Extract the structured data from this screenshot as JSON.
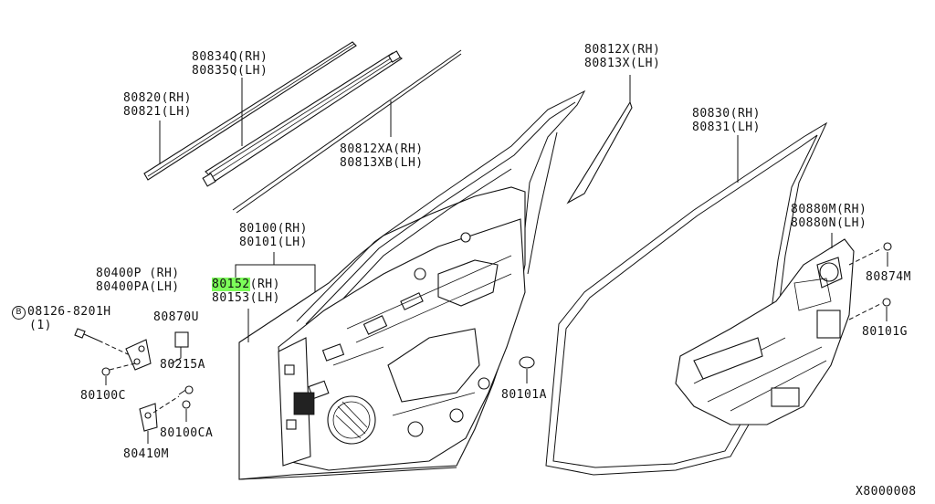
{
  "labels": {
    "l_80834q": "80834Q(RH)",
    "l_80835q": "80835Q(LH)",
    "l_80820": "80820(RH)",
    "l_80821": "80821(LH)",
    "l_80812xa": "80812XA(RH)",
    "l_80813xb": "80813XB(LH)",
    "l_80812x": "80812X(RH)",
    "l_80813x": "80813X(LH)",
    "l_80830": "80830(RH)",
    "l_80831": "80831(LH)",
    "l_80100": "80100(RH)",
    "l_80101": "80101(LH)",
    "l_80880m": "80880M(RH)",
    "l_80880n": "80880N(LH)",
    "l_80400p": "80400P (RH)",
    "l_80400pa": "80400PA(LH)",
    "l_80152_num": "80152",
    "l_80152_side": "(RH)",
    "l_80153": "80153(LH)",
    "l_80874m": "80874M",
    "l_08126_letter": "B",
    "l_08126": "08126-8201H",
    "l_08126_qty": "(1)",
    "l_80870u": "80870U",
    "l_80101g": "80101G",
    "l_80215a": "80215A",
    "l_80100c": "80100C",
    "l_80101a": "80101A",
    "l_80100ca": "80100CA",
    "l_80410m": "80410M",
    "l_diagram_id": "X8000008"
  },
  "colors": {
    "ink": "#111111",
    "highlight": "#7cfc5a",
    "background": "#ffffff"
  }
}
